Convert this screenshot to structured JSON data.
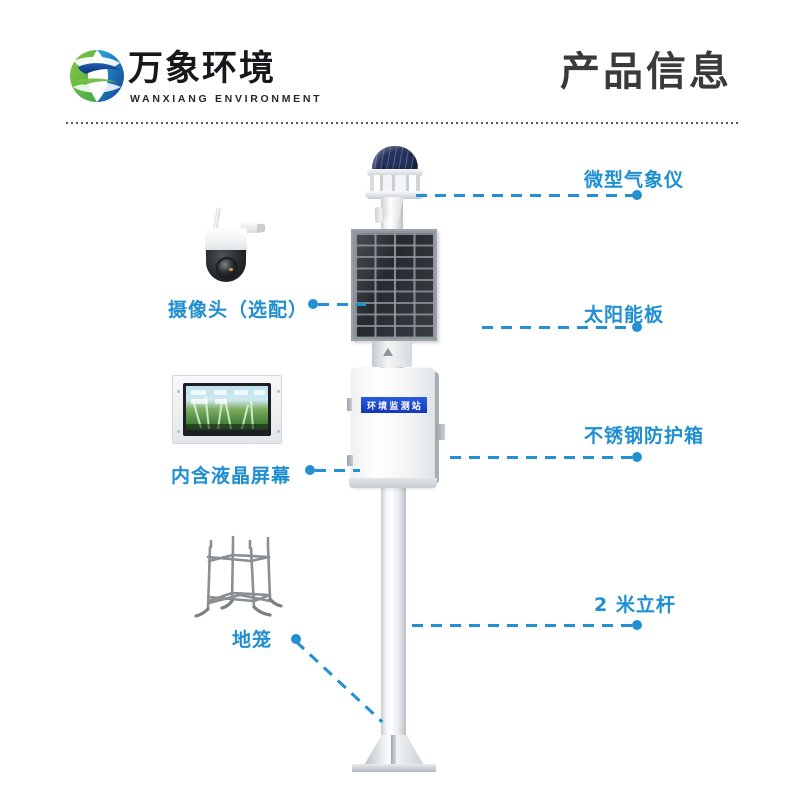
{
  "header": {
    "brand_cn": "万象环境",
    "brand_en": "WANXIANG ENVIRONMENT",
    "title": "产品信息",
    "logo_icon": "globe-swirl-logo-icon",
    "divider_icon": "dotted-divider-icon"
  },
  "product": {
    "enclosure_label": "环境监测站",
    "pole_icon": "mast-pole-icon",
    "weather_sensor_icon": "micro-weather-sensor-icon",
    "solar_panel_icon": "solar-panel-icon",
    "enclosure_icon": "stainless-enclosure-icon",
    "camera_icon": "ptz-dome-camera-icon",
    "lcd_icon": "lcd-display-module-icon",
    "cage_icon": "ground-cage-icon",
    "base_icon": "pole-base-flange-icon"
  },
  "callouts": [
    {
      "id": "weather-instrument",
      "label": "微型气象仪",
      "side": "right"
    },
    {
      "id": "solar-panel",
      "label": "太阳能板",
      "side": "right"
    },
    {
      "id": "enclosure",
      "label": "不锈钢防护箱",
      "side": "right"
    },
    {
      "id": "pole",
      "label": "2 米立杆",
      "side": "right"
    },
    {
      "id": "camera",
      "label": "摄像头（选配）",
      "side": "left"
    },
    {
      "id": "lcd",
      "label": "内含液晶屏幕",
      "side": "left"
    },
    {
      "id": "ground-cage",
      "label": "地笼",
      "side": "left"
    }
  ],
  "colors": {
    "accent_blue": "#2391d1",
    "label_blue": "#1f8fd0",
    "title_gray": "#3a3a3a",
    "enclosure_banner_blue": "#1d4fd0",
    "logo_green": "#6cbe45",
    "logo_blue": "#1b4f9c"
  }
}
